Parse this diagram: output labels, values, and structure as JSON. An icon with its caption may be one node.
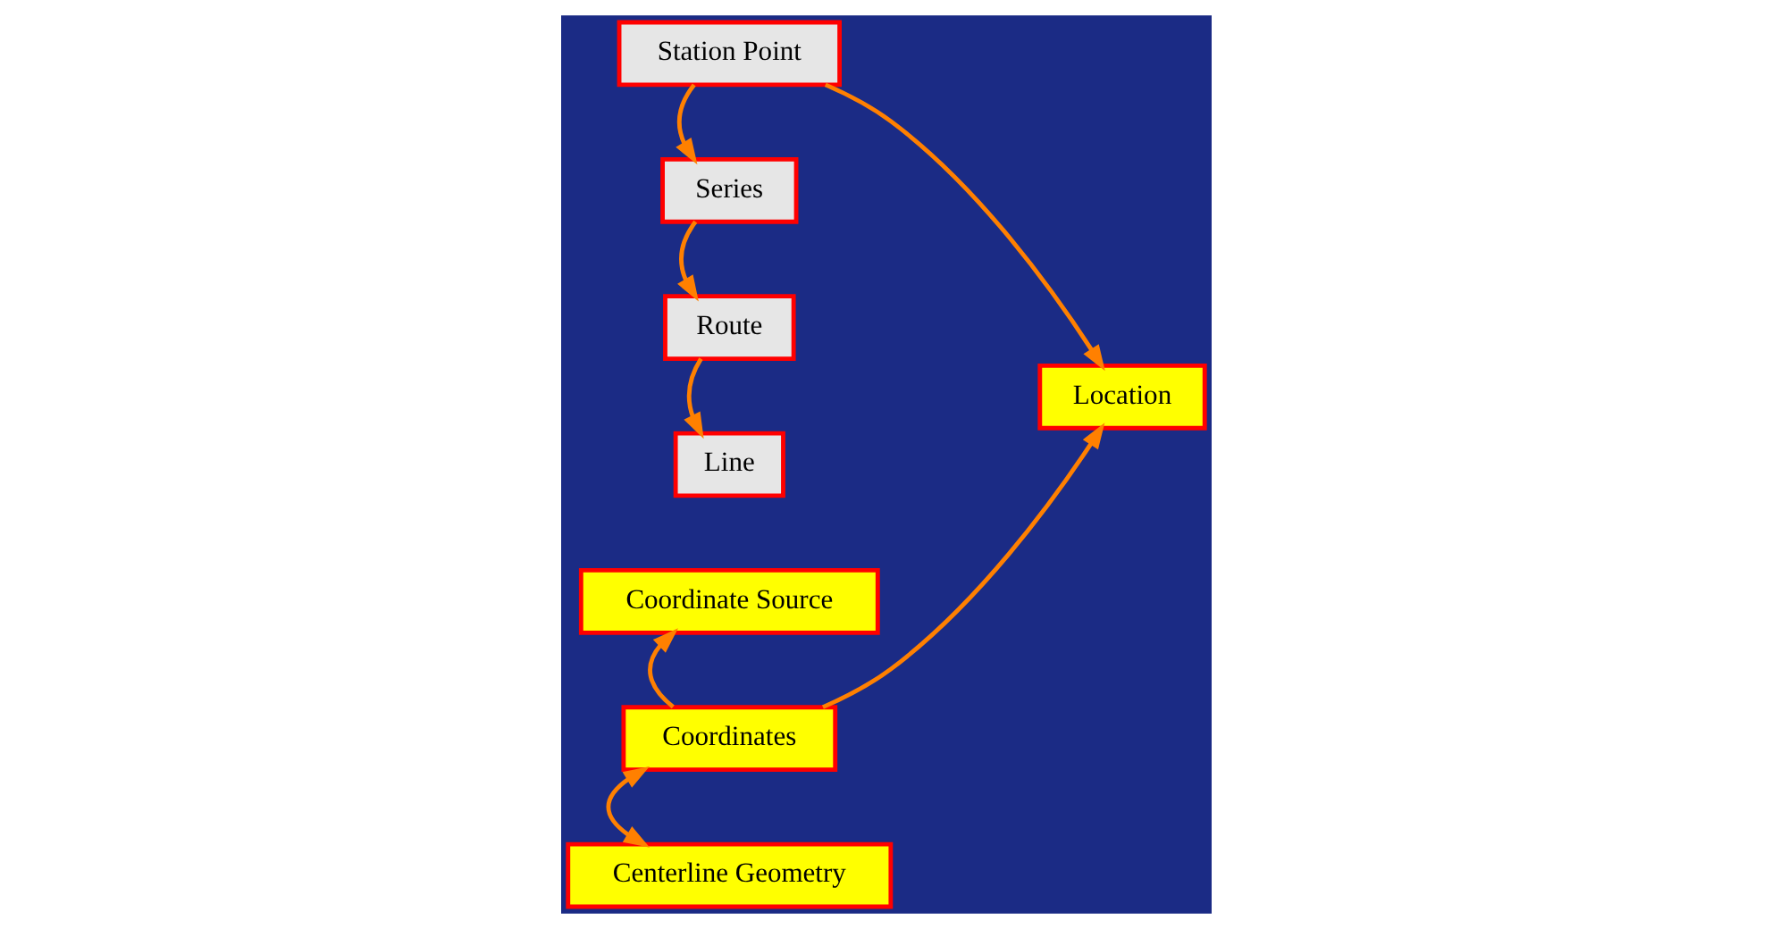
{
  "diagram": {
    "nodes": [
      {
        "text": [
          "Line"
        ]
      },
      {
        "text": [
          "Coordinate Source"
        ]
      },
      {
        "text": [
          "Route"
        ]
      },
      {
        "text": [
          "Series"
        ]
      },
      {
        "text": [
          "Coordinates"
        ]
      },
      {
        "text": [
          "Location"
        ]
      },
      {
        "text": [
          "Station Point"
        ]
      },
      {
        "text": [
          "Centerline Geometry"
        ]
      }
    ],
    "edges": [
      {
        "from": 4,
        "to": 1,
        "arrow": "to"
      },
      {
        "from": 4,
        "to": 7,
        "arrow": "both"
      },
      {
        "from": 4,
        "to": 5,
        "arrow": "to"
      },
      {
        "from": 6,
        "to": 5,
        "arrow": "to"
      },
      {
        "from": 6,
        "to": 3,
        "arrow": "to"
      },
      {
        "from": 3,
        "to": 2,
        "arrow": "to"
      },
      {
        "from": 2,
        "to": 0,
        "arrow": "to"
      }
    ]
  }
}
